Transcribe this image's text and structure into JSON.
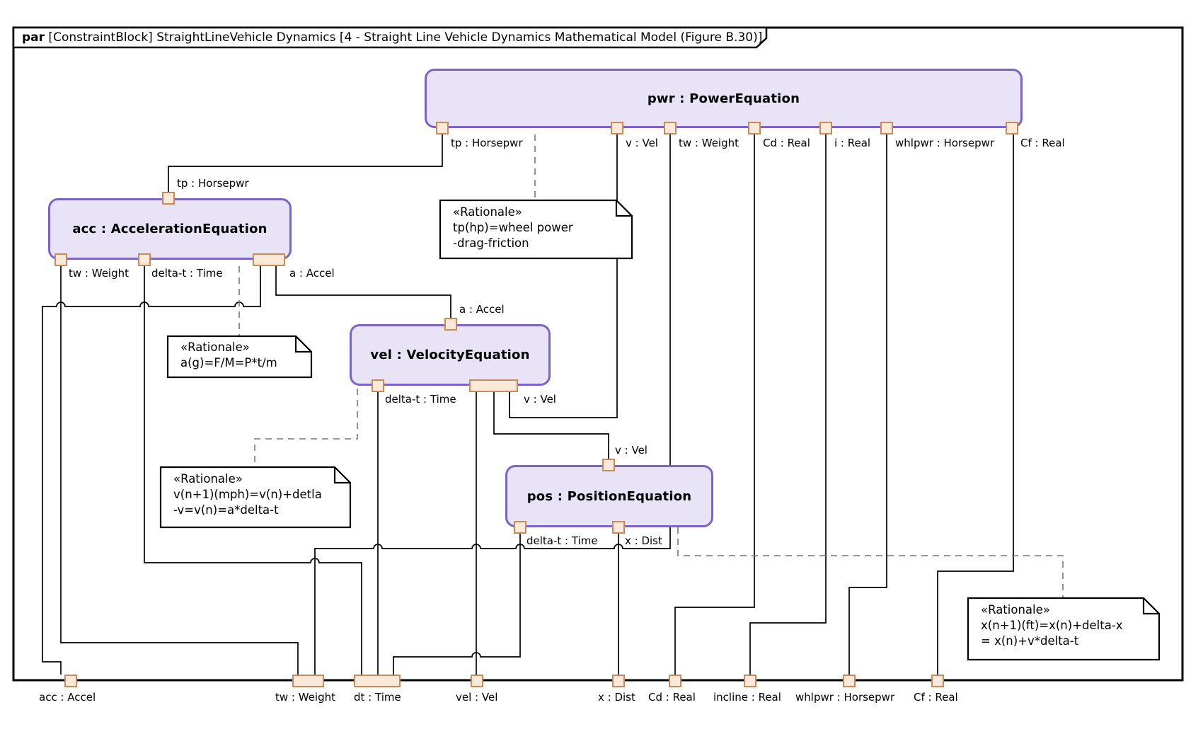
{
  "frame": {
    "title_keyword": "par",
    "title_rest": " [ConstraintBlock] StraightLineVehicle Dynamics [4 - Straight Line Vehicle Dynamics Mathematical Model (Figure B.30)]"
  },
  "blocks": {
    "pwr": {
      "title": "pwr : PowerEquation",
      "ports": {
        "tp": "tp : Horsepwr",
        "v": "v : Vel",
        "tw": "tw : Weight",
        "cd": "Cd : Real",
        "i": "i : Real",
        "whlpwr": "whlpwr : Horsepwr",
        "cf": "Cf : Real"
      }
    },
    "acc": {
      "title": "acc : AccelerationEquation",
      "ports": {
        "tp": "tp : Horsepwr",
        "tw": "tw : Weight",
        "delta_t": "delta-t : Time",
        "a": "a : Accel"
      }
    },
    "vel": {
      "title": "vel : VelocityEquation",
      "ports": {
        "a": "a : Accel",
        "delta_t": "delta-t : Time",
        "v": "v : Vel"
      }
    },
    "pos": {
      "title": "pos : PositionEquation",
      "ports": {
        "v": "v : Vel",
        "delta_t": "delta-t : Time",
        "x": "x : Dist"
      }
    }
  },
  "frame_ports": {
    "acc": "acc : Accel",
    "tw": "tw : Weight",
    "dt": "dt : Time",
    "vel": "vel : Vel",
    "x": "x : Dist",
    "cd": "Cd : Real",
    "incline": "incline : Real",
    "whlpwr": "whlpwr : Horsepwr",
    "cf": "Cf : Real"
  },
  "notes": {
    "power": {
      "stereotype": "«Rationale»",
      "lines": [
        "tp(hp)=wheel power",
        "-drag-friction"
      ]
    },
    "accel": {
      "stereotype": "«Rationale»",
      "lines": [
        "a(g)=F/M=P*t/m"
      ]
    },
    "velocity": {
      "stereotype": "«Rationale»",
      "lines": [
        "v(n+1)(mph)=v(n)+detla",
        "-v=v(n)=a*delta-t"
      ]
    },
    "position": {
      "stereotype": "«Rationale»",
      "lines": [
        "x(n+1)(ft)=x(n)+delta-x",
        "= x(n)+v*delta-t"
      ]
    }
  },
  "colors": {
    "block_fill": "#e9e3f7",
    "block_border": "#7c63c8",
    "port_fill": "#fae9d9",
    "port_border": "#c98a5a",
    "connector": "#000000",
    "note_anchor": "#777777"
  }
}
